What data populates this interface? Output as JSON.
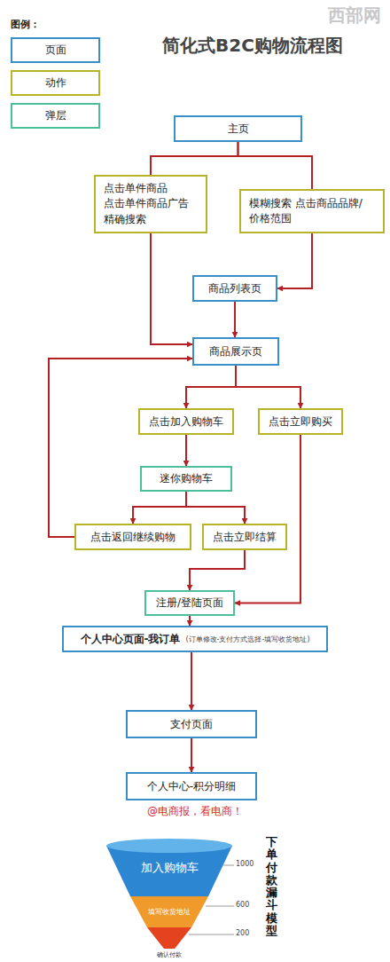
{
  "diagram": {
    "title": "简化式B2C购物流程图",
    "nodes": [
      {
        "text": [
          "主页"
        ]
      },
      {
        "text": [
          "点击单件商品 点击单件商品广告 精确搜索"
        ]
      },
      {
        "text": [
          "模糊搜索 点击商品品牌/价格范围"
        ]
      },
      {
        "text": [
          "商品列表页"
        ]
      },
      {
        "text": [
          "商品展示页"
        ]
      },
      {
        "text": [
          "点击加入购物车"
        ]
      },
      {
        "text": [
          "点击立即购买"
        ]
      },
      {
        "text": [
          "迷你购物车"
        ]
      },
      {
        "text": [
          "点击返回继续购物"
        ]
      },
      {
        "text": [
          "点击立即结算"
        ]
      },
      {
        "text": [
          "注册/登陆页面"
        ]
      },
      {
        "text": [
          "个人中心页面-我订单",
          "(订单修改-支付方式选择-填写收货地址)"
        ]
      },
      {
        "text": [
          "支付页面"
        ]
      },
      {
        "text": [
          "个人中心-积分明细"
        ]
      },
      {
        "text": [
          "加入购物车"
        ]
      },
      {
        "text": [
          "填写收货地址"
        ]
      },
      {
        "text": [
          "确认付款"
        ]
      }
    ],
    "edges": [
      {
        "from": 0,
        "to": 1,
        "arrow": "none"
      },
      {
        "from": 0,
        "to": 2,
        "arrow": "none"
      },
      {
        "from": 1,
        "to": 4,
        "arrow": "to"
      },
      {
        "from": 2,
        "to": 3,
        "arrow": "to"
      },
      {
        "from": 3,
        "to": 4,
        "arrow": "to"
      },
      {
        "from": 4,
        "to": 5,
        "arrow": "to"
      },
      {
        "from": 4,
        "to": 6,
        "arrow": "to"
      },
      {
        "from": 5,
        "to": 7,
        "arrow": "to"
      },
      {
        "from": 7,
        "to": 8,
        "arrow": "to"
      },
      {
        "from": 7,
        "to": 9,
        "arrow": "to"
      },
      {
        "from": 8,
        "to": 4,
        "arrow": "to"
      },
      {
        "from": 9,
        "to": 10,
        "arrow": "to"
      },
      {
        "from": 6,
        "to": 10,
        "arrow": "to"
      },
      {
        "from": 10,
        "to": 11,
        "arrow": "to"
      },
      {
        "from": 11,
        "to": 12,
        "arrow": "to"
      },
      {
        "from": 12,
        "to": 13,
        "arrow": "to"
      }
    ],
    "labels": [
      "图例：",
      "西部网",
      "@电商报，看电商！",
      "1000",
      "600",
      "200",
      "下单付款漏斗模型"
    ],
    "legend": [
      {
        "text": "页面",
        "color": "#3a8fc8"
      },
      {
        "text": "动作",
        "color": "#b9b327"
      },
      {
        "text": "弹层",
        "color": "#4bbf9c"
      }
    ]
  }
}
